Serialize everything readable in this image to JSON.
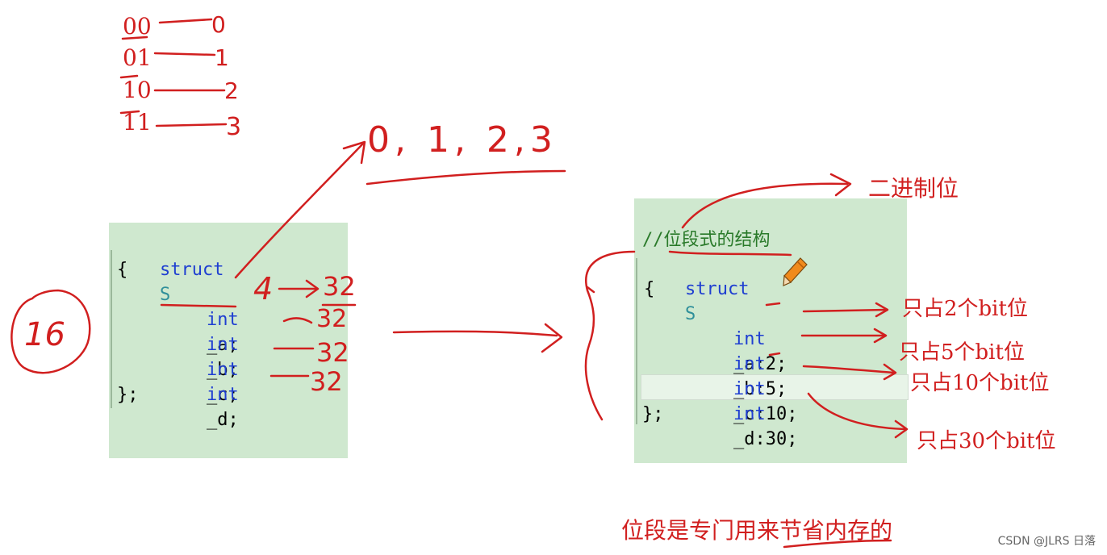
{
  "binary_table": [
    {
      "bits": "00",
      "value": "0"
    },
    {
      "bits": "01",
      "value": "1"
    },
    {
      "bits": "10",
      "value": "2"
    },
    {
      "bits": "11",
      "value": "3"
    }
  ],
  "range_note": "0, 1, 2,3",
  "left_code": {
    "struct_keyword": "struct",
    "struct_name": "S",
    "open_brace": "{",
    "close_brace": "};",
    "members": [
      {
        "type": "int",
        "name": "_a;"
      },
      {
        "type": "int",
        "name": "_b;"
      },
      {
        "type": "int",
        "name": "_c;"
      },
      {
        "type": "int",
        "name": "_d;"
      }
    ]
  },
  "left_notes": {
    "first_size": "4",
    "bit_counts": [
      "32",
      "32",
      "32",
      "32"
    ],
    "total": "16"
  },
  "right_code": {
    "comment": "//位段式的结构",
    "struct_keyword": "struct",
    "struct_name": "S",
    "open_brace": "{",
    "close_brace": "};",
    "members": [
      {
        "type": "int",
        "name": "_a:2;"
      },
      {
        "type": "int",
        "name": "_b:5;"
      },
      {
        "type": "int",
        "name": "_c:10;"
      },
      {
        "type": "int",
        "name": "_d:30;"
      }
    ]
  },
  "right_notes": {
    "binary_bits": "二进制位",
    "member_bits": [
      "只占2个bit位",
      "只占5个bit位",
      "只占10个bit位",
      "只占30个bit位"
    ]
  },
  "bottom_note": "位段是专门用来节省内存的",
  "watermark": "CSDN @JLRS 日落",
  "colors": {
    "ink": "#d11f1f",
    "panel": "#cfe8cf",
    "keyword": "#1f3fd1",
    "type_name": "#2f8f9a",
    "comment": "#2a7a2a"
  }
}
